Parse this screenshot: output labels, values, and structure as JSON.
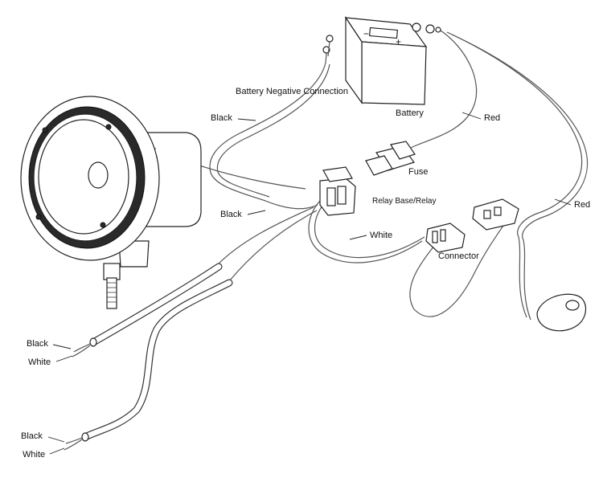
{
  "labels": {
    "battery_negative": "Battery Negative Connection",
    "battery": "Battery",
    "black_top": "Black",
    "red_top": "Red",
    "fuse": "Fuse",
    "relay": "Relay Base/Relay",
    "black_mid": "Black",
    "red_right": "Red",
    "white_mid": "White",
    "connector": "Connector",
    "black_lead1": "Black",
    "white_lead1": "White",
    "black_lead2": "Black",
    "white_lead2": "White",
    "battery_plus": "+",
    "battery_minus": "−"
  }
}
